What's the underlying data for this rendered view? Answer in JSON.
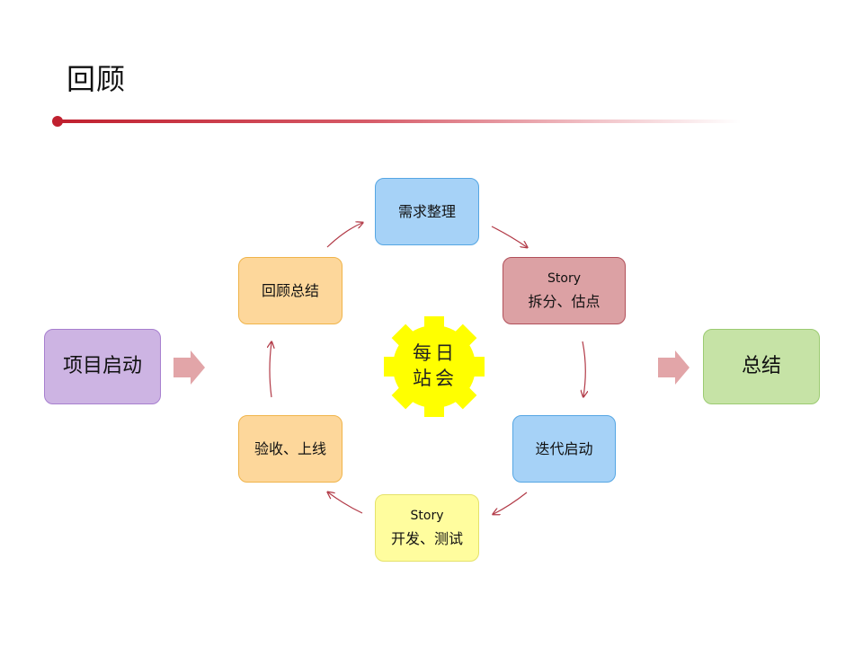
{
  "title": "回顾",
  "nodes": {
    "start": "项目启动",
    "requirements": "需求整理",
    "story_split_sub": "Story",
    "story_split": "拆分、估点",
    "iteration_start": "迭代启动",
    "story_dev_sub": "Story",
    "story_dev": "开发、测试",
    "accept_release": "验收、上线",
    "review_summary": "回顾总结",
    "summary": "总结"
  },
  "center": {
    "line1": "每日",
    "line2": "站会"
  },
  "colors": {
    "accent": "#c0202f",
    "gear": "#ffff00",
    "arrow": "#b23a47",
    "block_arrow": "#e2a5a8"
  }
}
